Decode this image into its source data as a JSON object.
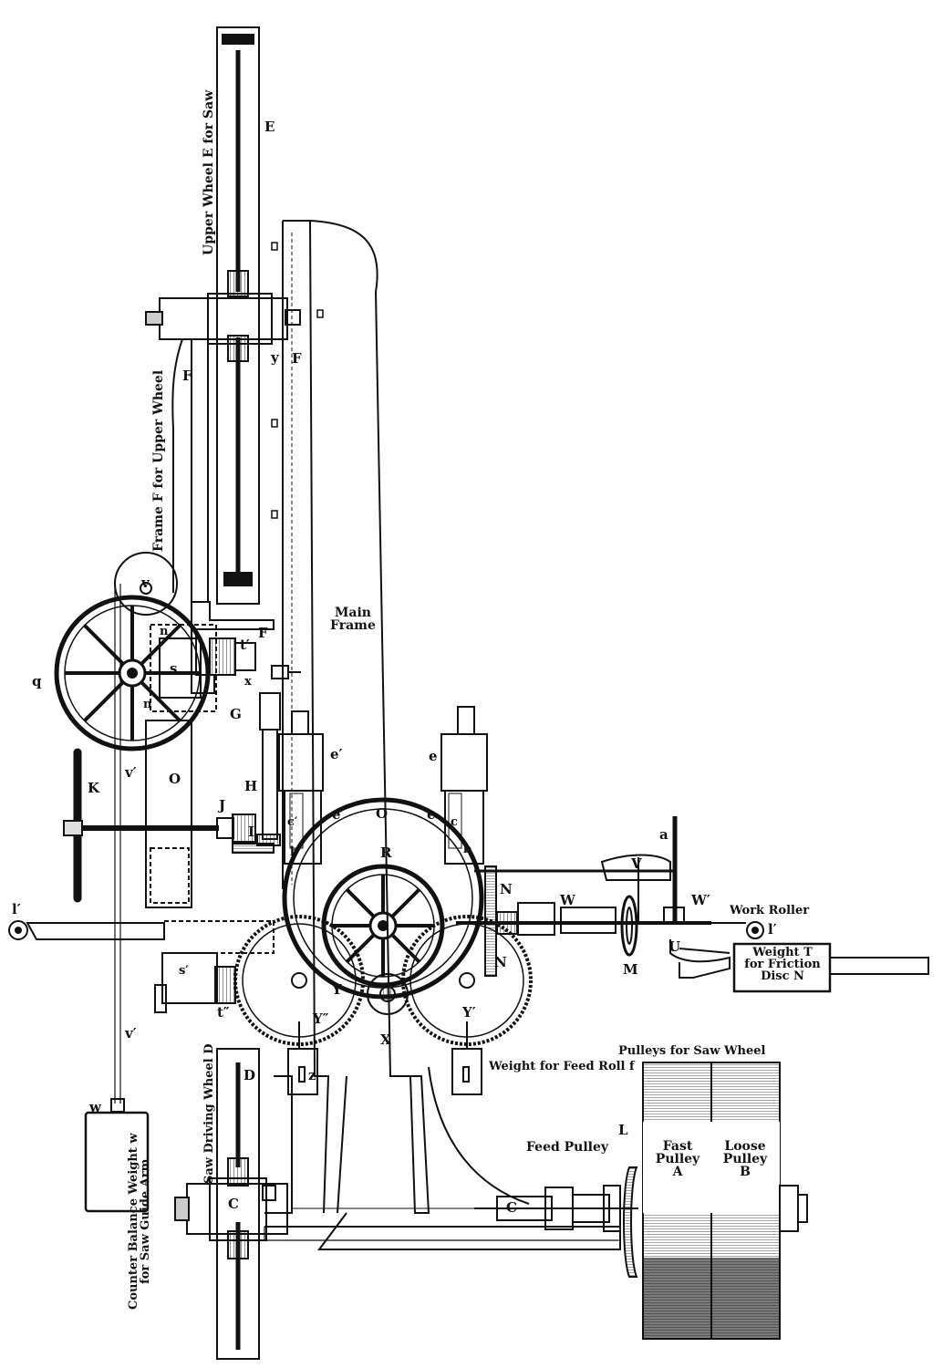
{
  "labels": {
    "E": "E",
    "upper_wheel": "Upper Wheel E for Saw",
    "F_top": "F",
    "F_left": "F",
    "F_mid": "F",
    "y": "y",
    "frame_upper": "Frame F for Upper Wheel",
    "main_frame": "Main\nFrame",
    "v": "v",
    "n_top": "n",
    "t1": "t′",
    "x_small": "x",
    "s": "s",
    "n_bot": "n",
    "q": "q",
    "G": "G",
    "e1_upper": "e′",
    "e_upper": "e",
    "K": "K",
    "v1_upper": "v′",
    "O_left": "O",
    "H": "H",
    "J": "J",
    "I": "I",
    "e1_lower": "e′",
    "O_center": "O",
    "e_lower": "e",
    "c1": "c′",
    "c": "c",
    "b1": "b′",
    "b": "b",
    "R": "R",
    "a": "a",
    "V": "V",
    "N1": "N",
    "N2": "N",
    "W": "W",
    "W1": "W′",
    "work_roller": "Work Roller",
    "l1_right": "l′",
    "l1_left": "l′",
    "U": "U",
    "M": "M",
    "weight_T": "Weight T\nfor Friction\nDisc N",
    "s1": "s′",
    "t2": "t″",
    "Y": "Y",
    "Y2": "Y″",
    "Y1": "Y′",
    "X": "X",
    "v1_lower": "v′",
    "z": "z",
    "weight_feed": "Weight for\nFeed Roll f",
    "pulleys": "Pulleys for Saw Wheel",
    "saw_driving": "Saw Driving Wheel D",
    "D": "D",
    "w": "w",
    "counter_balance": "Counter Balance Weight w\nfor Saw Guide Arm",
    "L": "L",
    "feed_pulley": "Feed  Pulley",
    "fast_pulley": "Fast\nPulley\nA",
    "loose_pulley": "Loose\nPulley\nB",
    "C_left": "C",
    "C_right": "C"
  }
}
